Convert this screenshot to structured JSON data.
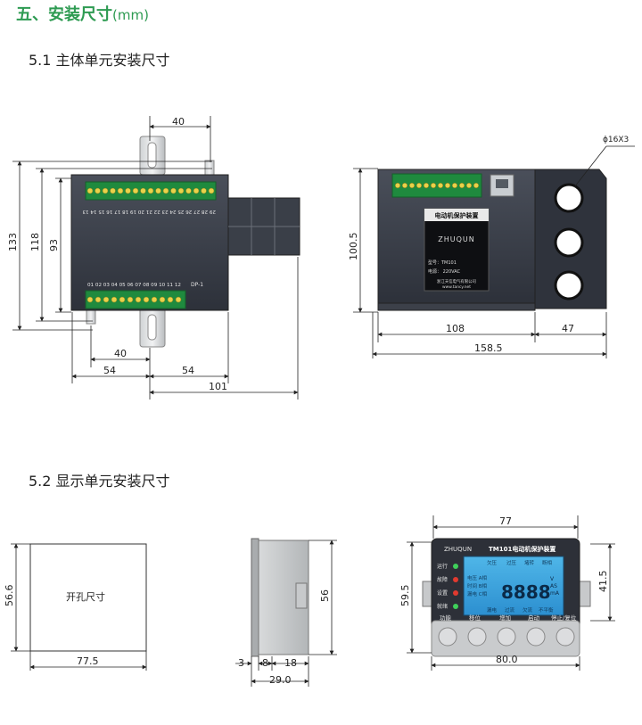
{
  "doc": {
    "title": "五、安装尺寸",
    "title_unit": "(mm)",
    "section1_title": "5.1 主体单元安装尺寸",
    "section2_title": "5.2 显示单元安装尺寸"
  },
  "main_unit": {
    "top_view": {
      "dim_top": "40",
      "dim_height_total": "133",
      "dim_height_mid": "118",
      "dim_height_inner": "93",
      "dim_bottom_left": "40",
      "dim_left": "54",
      "dim_right": "54",
      "dim_width": "101",
      "terminal_top_labels": "29 28 27 26 25 24 23 22 21 20 19 18 17 16 15 14 13",
      "terminal_bottom_labels": "01 02 03 04 05 06 07 08 09 10 11 12",
      "model_tag": "DP-1"
    },
    "front_view": {
      "dim_hole": "ϕ16X3",
      "dim_height": "100.5",
      "dim_width_body": "108",
      "dim_width_side": "47",
      "dim_width_total": "158.5",
      "label_title": "电动机保护装置",
      "label_brand": "ZHUQUN",
      "label_model": "型号：TM101",
      "label_power": "电源：    220VAC",
      "label_maker": "浙江天信电气有限公司",
      "label_site": "www.tancy.net"
    }
  },
  "display_unit": {
    "cutout": {
      "label": "开孔尺寸",
      "dim_height": "56.6",
      "dim_width": "77.5"
    },
    "side_view": {
      "dim_height": "56",
      "dim_a": "3",
      "dim_b": "8",
      "dim_c": "18",
      "dim_total": "29.0"
    },
    "panel": {
      "dim_width_top": "77",
      "dim_height_outer": "59.5",
      "dim_height_inner": "41.5",
      "dim_width_bottom": "80.0",
      "brand": "ZHUQUN",
      "title": "TM101电动机保护装置",
      "status_labels": [
        "运行",
        "故障",
        "设置",
        "就绪"
      ],
      "lcd_top_labels": [
        "欠压",
        "过压",
        "堵转",
        "断相"
      ],
      "lcd_left_labels": [
        "电压 A相",
        "时间 B相",
        "漏电 C相"
      ],
      "lcd_bottom_labels": [
        "漏电",
        "过流",
        "欠流",
        "不平衡"
      ],
      "lcd_digits": "8888",
      "lcd_units": [
        "V",
        "AS",
        "mA"
      ],
      "button_labels": [
        "功能",
        "移位",
        "增加",
        "启动",
        "停止/复位"
      ]
    }
  }
}
